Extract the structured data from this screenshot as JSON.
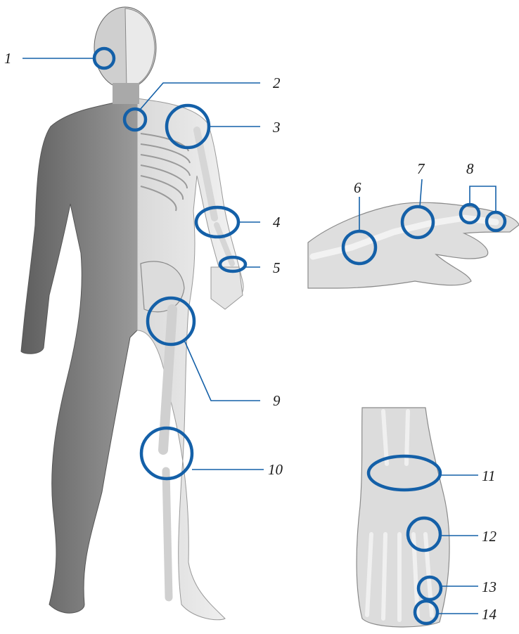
{
  "figure": {
    "labels": [
      "1",
      "2",
      "3",
      "4",
      "5",
      "6",
      "7",
      "8",
      "9",
      "10",
      "11",
      "12",
      "13",
      "14"
    ],
    "colors": {
      "ring": "#1460a8",
      "leader": "#1460a8",
      "label": "#1a1a1a",
      "bone": "#e6e6e6",
      "muscle": "#7a7a7a"
    }
  }
}
